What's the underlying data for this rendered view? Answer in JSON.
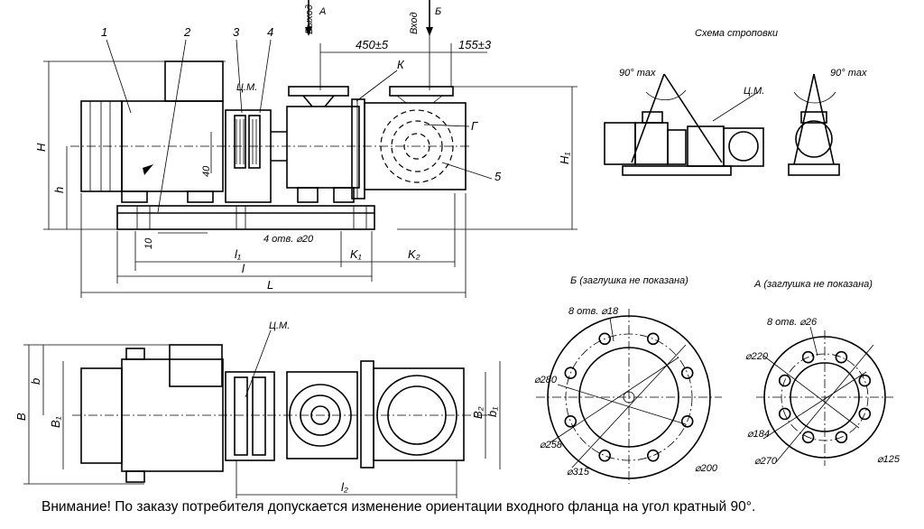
{
  "callouts": {
    "c1": "1",
    "c2": "2",
    "c3": "3",
    "c4": "4",
    "c5": "5",
    "k": "К",
    "g": "Г",
    "cm_main": "Ц.М.",
    "cm_plan": "Ц.М.",
    "cm_sling": "Ц.М."
  },
  "ports": {
    "outlet": "Выход",
    "outlet_letter": "А",
    "inlet": "Вход",
    "inlet_letter": "Б"
  },
  "dims": {
    "d450": "450±5",
    "d155": "155±3",
    "H": "H",
    "h": "h",
    "H1": "H₁",
    "d40": "40",
    "d10": "10",
    "holes": "4 отв. ⌀20",
    "l1": "l₁",
    "l": "l",
    "L": "L",
    "K1": "K₁",
    "K2": "K₂",
    "B": "B",
    "b": "b",
    "B1": "B₁",
    "B2": "B₂",
    "b1": "b₁",
    "l2": "l₂"
  },
  "sling": {
    "title": "Схема строповки",
    "angle_left": "90° max",
    "angle_right": "90° max"
  },
  "flange_b": {
    "title": "Б (заглушка не показана)",
    "holes": "8 отв. ⌀18",
    "d280": "⌀280",
    "d258": "⌀258",
    "d315": "⌀315",
    "d200": "⌀200"
  },
  "flange_a": {
    "title": "А (заглушка не показана)",
    "holes": "8 отв. ⌀26",
    "d220": "⌀220",
    "d184": "⌀184",
    "d270": "⌀270",
    "d125": "⌀125"
  },
  "notice": "Внимание! По заказу потребителя допускается изменение ориентации входного фланца на угол кратный 90°."
}
